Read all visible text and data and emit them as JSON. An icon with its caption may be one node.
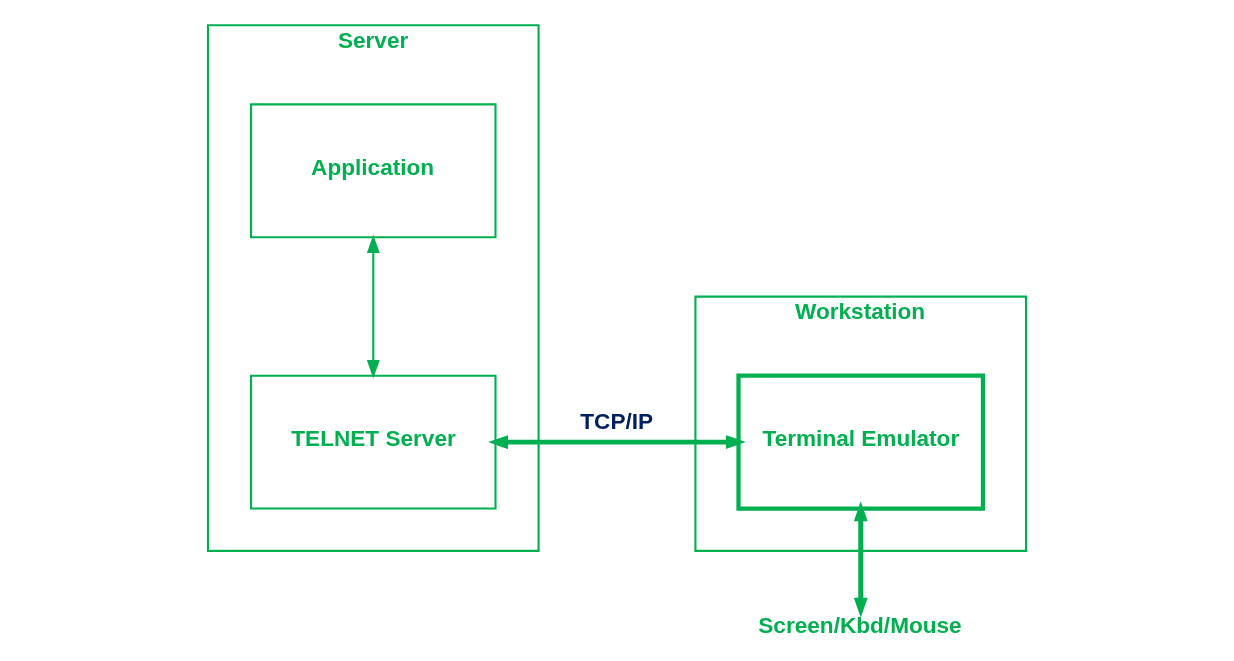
{
  "diagram": {
    "nodes": [
      {
        "text": [
          "Server"
        ]
      },
      {
        "text": [
          "Application"
        ],
        "in": 0
      },
      {
        "text": [
          "TELNET Server"
        ],
        "in": 0
      },
      {
        "text": [
          "Workstation"
        ]
      },
      {
        "text": [
          "Terminal Emulator"
        ],
        "in": 3
      },
      {
        "text": [
          "Screen/Kbd/Mouse"
        ]
      }
    ],
    "edges": [
      {
        "from": 1,
        "to": 2,
        "arrow": "both"
      },
      {
        "from": 2,
        "to": 4,
        "arrow": "both",
        "label": "TCP/IP"
      },
      {
        "from": 4,
        "to": 5,
        "arrow": "both"
      }
    ]
  }
}
